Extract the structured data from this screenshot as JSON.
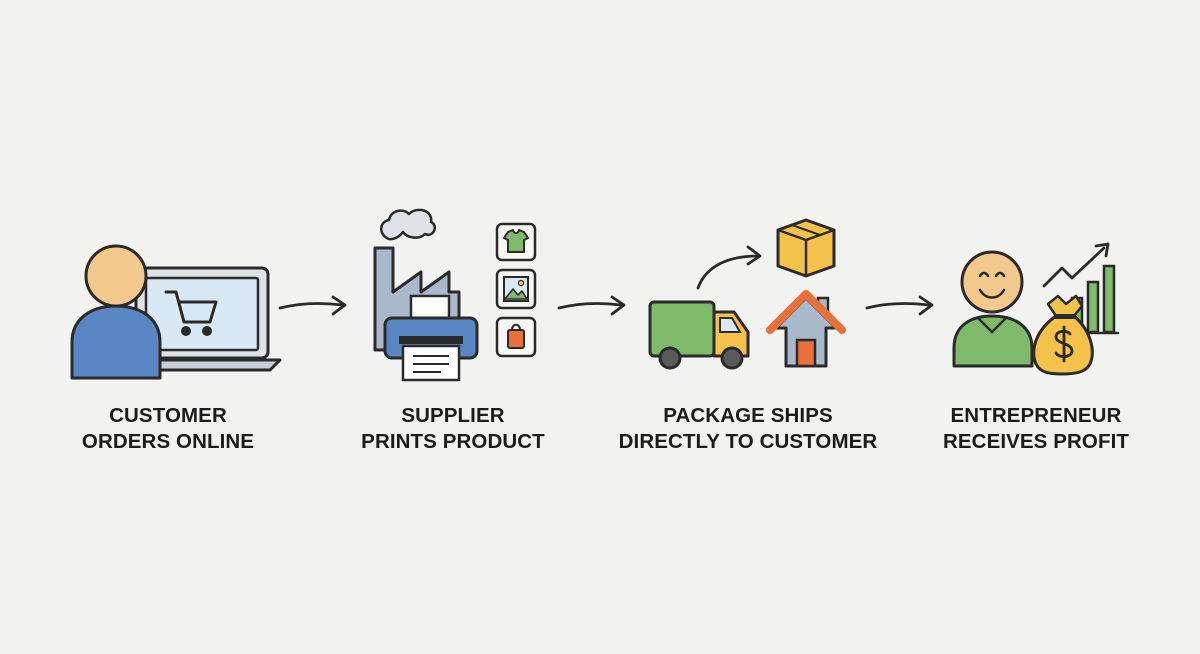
{
  "steps": [
    {
      "line1": "CUSTOMER",
      "line2": "ORDERS ONLINE"
    },
    {
      "line1": "SUPPLIER",
      "line2": "PRINTS PRODUCT"
    },
    {
      "line1": "PACKAGE SHIPS",
      "line2": "DIRECTLY TO CUSTOMER"
    },
    {
      "line1": "ENTREPRENEUR",
      "line2": "RECEIVES PROFIT"
    }
  ],
  "icons": {
    "step1": [
      "person-icon",
      "laptop-icon",
      "shopping-cart-icon"
    ],
    "step2": [
      "factory-icon",
      "printer-icon",
      "tshirt-icon",
      "image-icon",
      "shopping-bag-icon"
    ],
    "step3": [
      "delivery-truck-icon",
      "package-box-icon",
      "house-icon"
    ],
    "step4": [
      "smiling-person-icon",
      "money-bag-icon",
      "growth-chart-icon"
    ]
  },
  "colors": {
    "background": "#f2f2f0",
    "stroke": "#2a2a2a",
    "skin": "#f2c88c",
    "blue": "#5b86c4",
    "screen": "#d9e8f5",
    "green": "#7fba6b",
    "yellow": "#f4c24a",
    "orange": "#e9703a"
  }
}
